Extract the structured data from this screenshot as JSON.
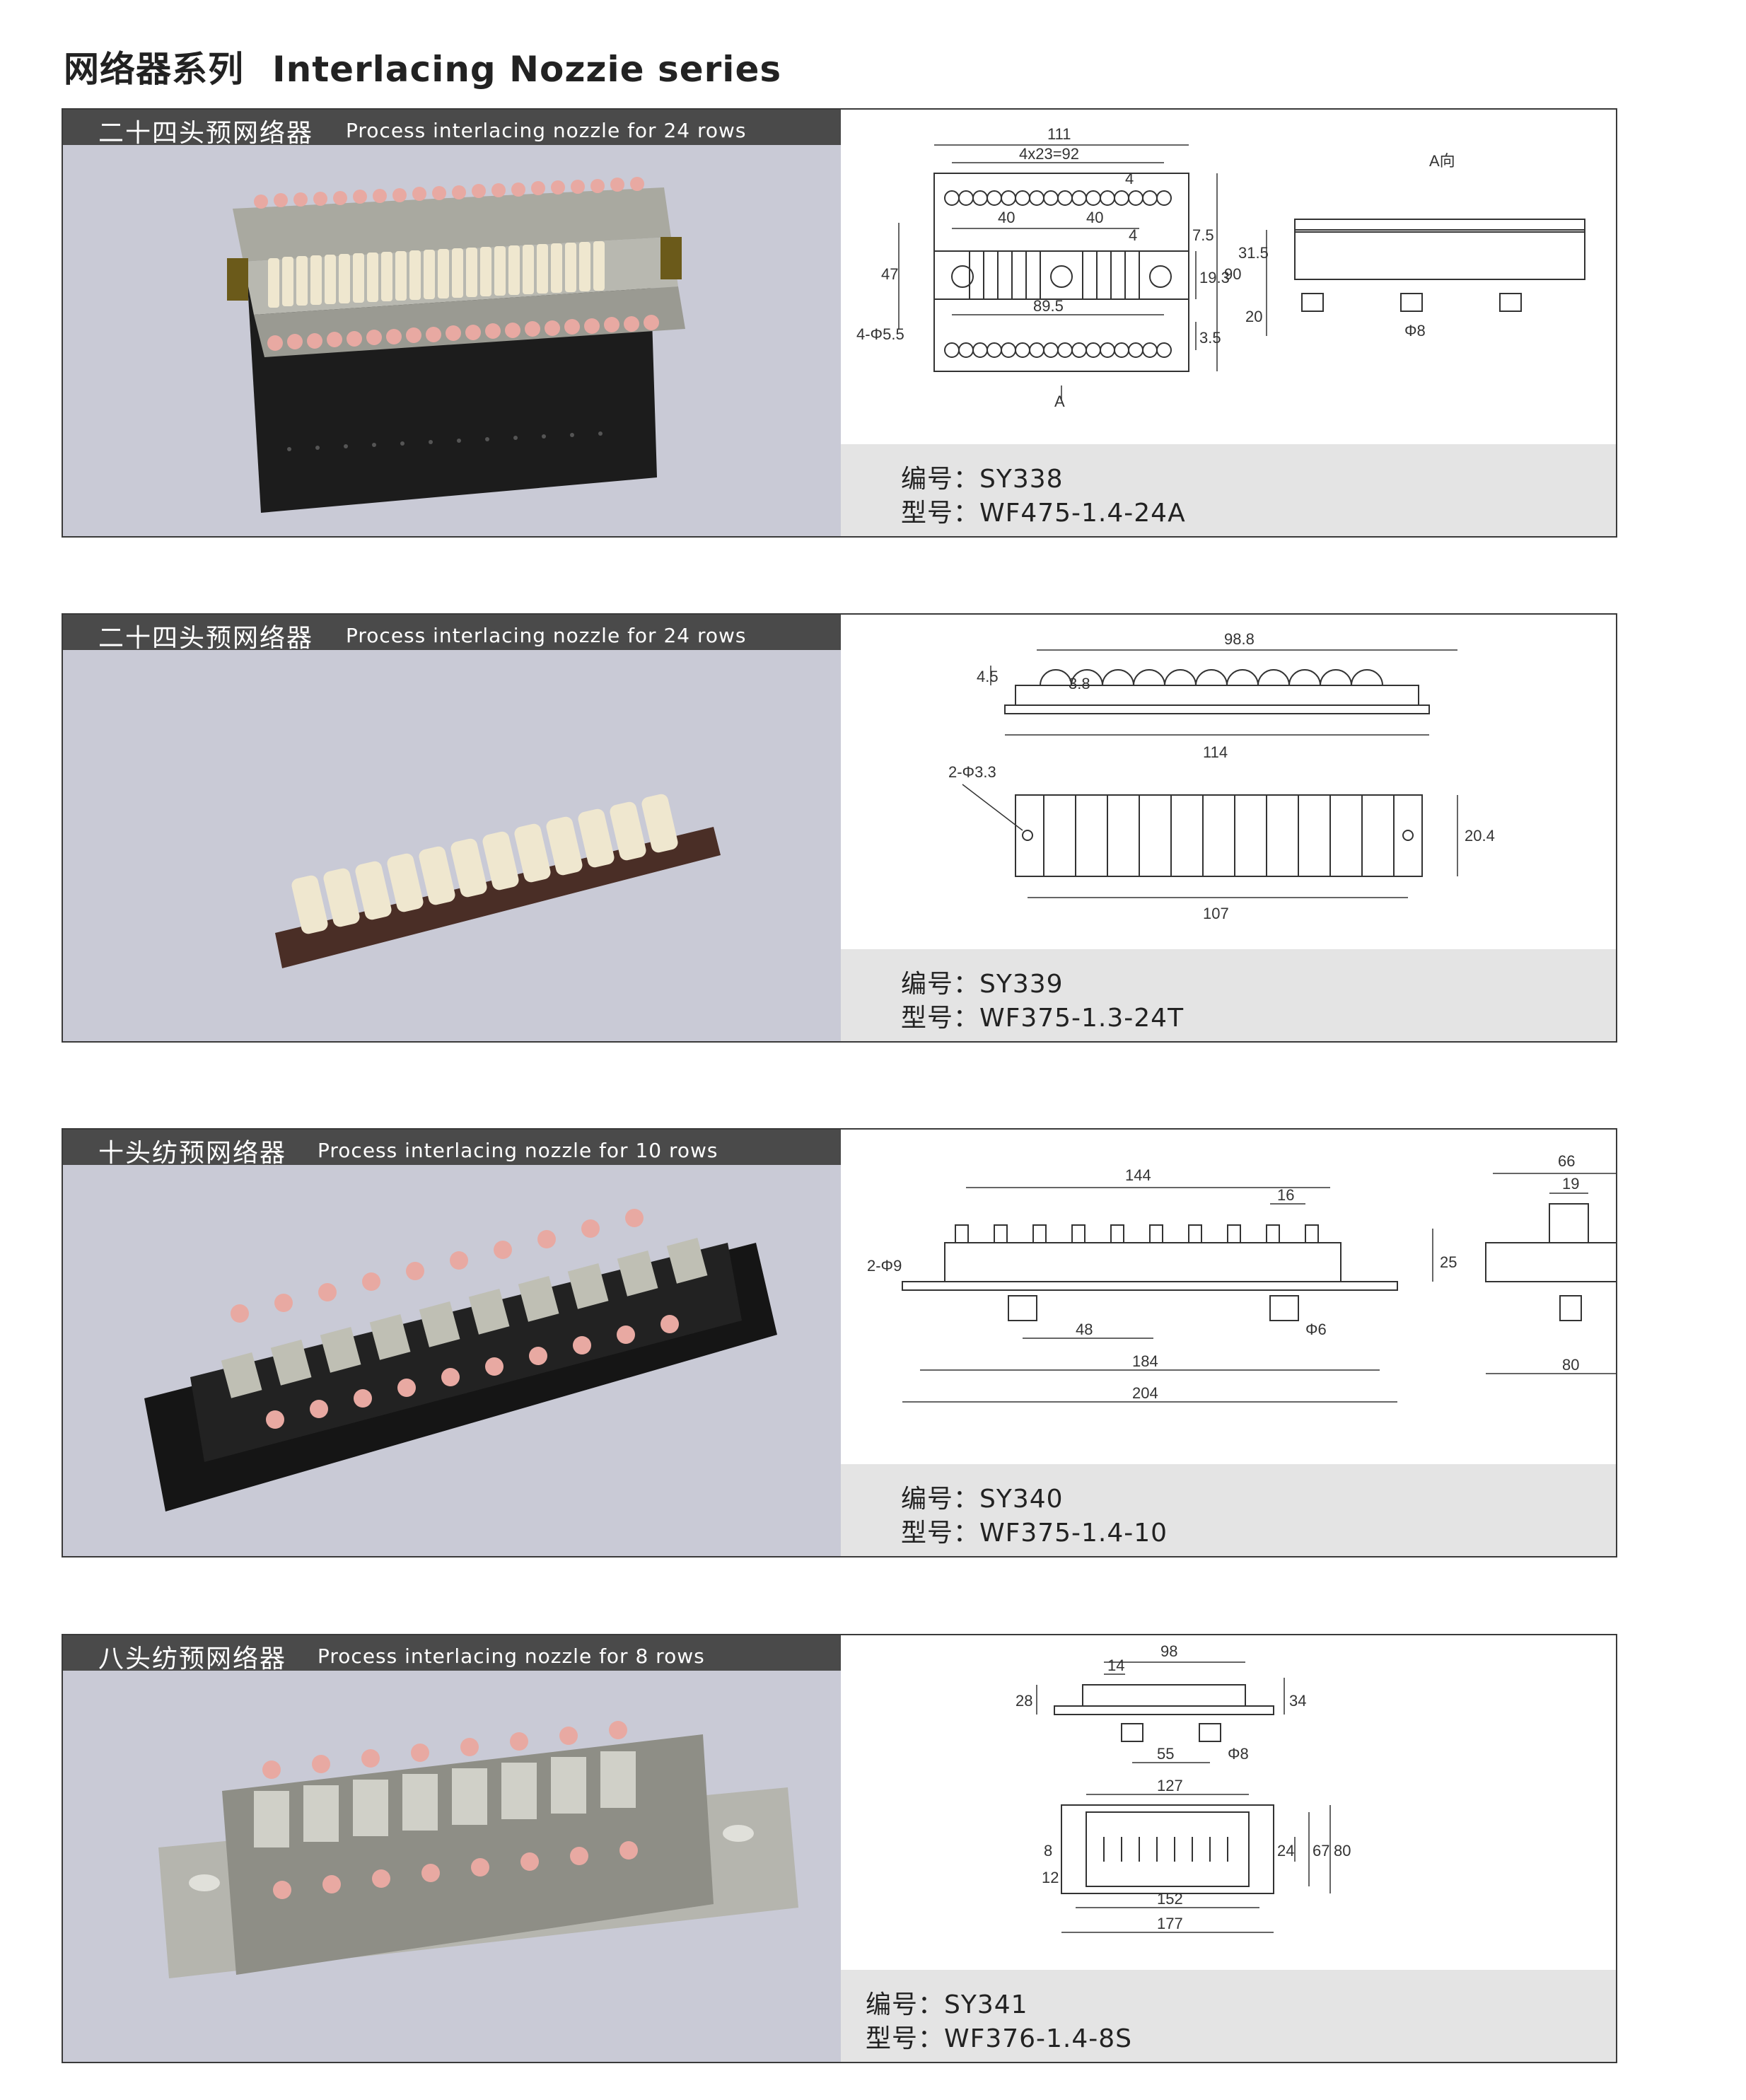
{
  "page": {
    "title_cn": "网络器系列",
    "title_en": "Interlacing Nozzie series"
  },
  "products": [
    {
      "header_cn": "二十四头预网络器",
      "header_en": "Process interlacing nozzle for 24 rows",
      "code_label": "编号：",
      "code": "SY338",
      "model_label": "型号：",
      "model": "WF475-1.4-24A",
      "dims": {
        "d111": "111",
        "d4x23": "4x23=92",
        "d4a": "4",
        "d40a": "40",
        "d40b": "40",
        "d4b": "4",
        "d7_5": "7.5",
        "d47": "47",
        "d19_3": "19.3",
        "d90": "90",
        "d89_5": "89.5",
        "d4phi": "4-Φ5.5",
        "d3_5": "3.5",
        "arrowA": "A",
        "viewA": "A向",
        "d31_5": "31.5",
        "d20": "20",
        "phi8": "Φ8"
      }
    },
    {
      "header_cn": "二十四头预网络器",
      "header_en": "Process interlacing nozzle for 24 rows",
      "code_label": "编号：",
      "code": "SY339",
      "model_label": "型号：",
      "model": "WF375-1.3-24T",
      "dims": {
        "d98_8": "98.8",
        "d3_8": "3.8",
        "d4_5": "4.5",
        "d114": "114",
        "d2phi": "2-Φ3.3",
        "d20_4": "20.4",
        "d107": "107"
      }
    },
    {
      "header_cn": "十头纺预网络器",
      "header_en": "Process interlacing nozzle for 10 rows",
      "code_label": "编号：",
      "code": "SY340",
      "model_label": "型号：",
      "model": "WF375-1.4-10",
      "dims": {
        "d144": "144",
        "d16": "16",
        "d2phi": "2-Φ9",
        "d25": "25",
        "d48": "48",
        "phi6": "Φ6",
        "d184": "184",
        "d204": "204",
        "d66": "66",
        "d19": "19",
        "d80": "80"
      }
    },
    {
      "header_cn": "八头纺预网络器",
      "header_en": "Process interlacing nozzle for 8 rows",
      "code_label": "编号：",
      "code": "SY341",
      "model_label": "型号：",
      "model": "WF376-1.4-8S",
      "dims": {
        "d98": "98",
        "d14": "14",
        "d28": "28",
        "d34": "34",
        "d55": "55",
        "phi8": "Φ8",
        "d127": "127",
        "d8": "8",
        "d12": "12",
        "d152": "152",
        "d24": "24",
        "d67": "67",
        "d80": "80",
        "d177": "177"
      }
    }
  ]
}
